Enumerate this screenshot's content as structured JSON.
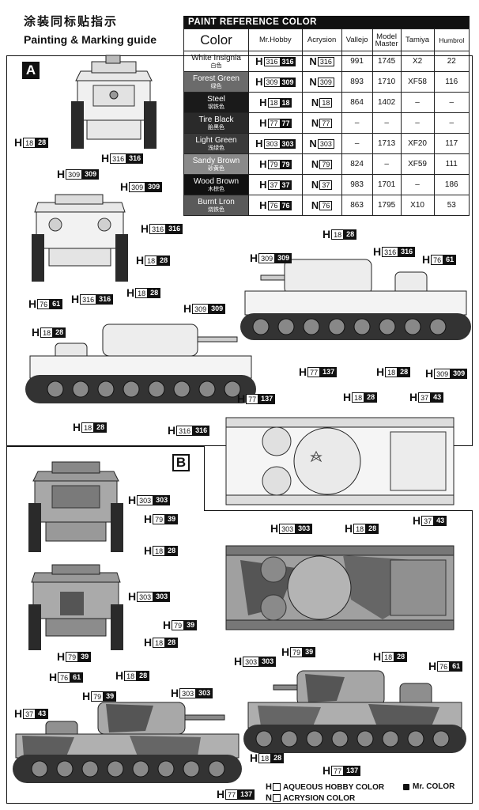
{
  "header": {
    "title_cn": "涂装同标贴指示",
    "title_en": "Painting & Marking guide"
  },
  "table": {
    "caption": "PAINT  REFERENCE COLOR",
    "headers": [
      "Color",
      "Mr.Hobby",
      "Acrysion",
      "Vallejo",
      "Model Master",
      "Tamiya",
      "Humbrol"
    ],
    "rows": [
      {
        "name": "White Insignia",
        "cn": "白色",
        "h": "316",
        "n": "316",
        "vallejo": "991",
        "mm": "1745",
        "tamiya": "X2",
        "humbrol": "22",
        "bg": "#ffffff",
        "fg": "#111111"
      },
      {
        "name": "Forest Green",
        "cn": "绿色",
        "h": "309",
        "n": "309",
        "vallejo": "893",
        "mm": "1710",
        "tamiya": "XF58",
        "humbrol": "116",
        "bg": "#6b6b6b",
        "fg": "#ffffff"
      },
      {
        "name": "Steel",
        "cn": "钢铁色",
        "h": "18",
        "n": "18",
        "vallejo": "864",
        "mm": "1402",
        "tamiya": "–",
        "humbrol": "–",
        "bg": "#1a1a1a",
        "fg": "#ffffff"
      },
      {
        "name": "Tire Black",
        "cn": "胎黑色",
        "h": "77",
        "n": "77",
        "vallejo": "–",
        "mm": "–",
        "tamiya": "–",
        "humbrol": "–",
        "bg": "#2a2a2a",
        "fg": "#ffffff"
      },
      {
        "name": "Light Green",
        "cn": "浅绿色",
        "h": "303",
        "n": "303",
        "vallejo": "–",
        "mm": "1713",
        "tamiya": "XF20",
        "humbrol": "117",
        "bg": "#3a3a3a",
        "fg": "#ffffff"
      },
      {
        "name": "Sandy Brown",
        "cn": "砂黄色",
        "h": "79",
        "n": "79",
        "vallejo": "824",
        "mm": "–",
        "tamiya": "XF59",
        "humbrol": "111",
        "bg": "#8a8a8a",
        "fg": "#ffffff"
      },
      {
        "name": "Wood Brown",
        "cn": "木棕色",
        "h": "37",
        "n": "37",
        "vallejo": "983",
        "mm": "1701",
        "tamiya": "–",
        "humbrol": "186",
        "bg": "#111111",
        "fg": "#ffffff"
      },
      {
        "name": "Burnt Lron",
        "cn": "烧铁色",
        "h": "76",
        "n": "76",
        "vallejo": "863",
        "mm": "1795",
        "tamiya": "X10",
        "humbrol": "53",
        "bg": "#5a5a5a",
        "fg": "#ffffff"
      }
    ]
  },
  "sections": {
    "a": "A",
    "b": "B"
  },
  "callouts_a": [
    {
      "n": "18",
      "m": "28"
    },
    {
      "n": "309",
      "m": "309"
    },
    {
      "n": "316",
      "m": "316"
    },
    {
      "n": "309",
      "m": "309"
    },
    {
      "n": "316",
      "m": "316"
    },
    {
      "n": "18",
      "m": "28"
    },
    {
      "n": "76",
      "m": "61"
    },
    {
      "n": "316",
      "m": "316"
    },
    {
      "n": "18",
      "m": "28"
    },
    {
      "n": "309",
      "m": "309"
    },
    {
      "n": "18",
      "m": "28"
    },
    {
      "n": "77",
      "m": "137"
    },
    {
      "n": "18",
      "m": "28"
    },
    {
      "n": "18",
      "m": "28"
    },
    {
      "n": "309",
      "m": "309"
    },
    {
      "n": "316",
      "m": "316"
    },
    {
      "n": "76",
      "m": "61"
    },
    {
      "n": "77",
      "m": "137"
    },
    {
      "n": "18",
      "m": "28"
    },
    {
      "n": "309",
      "m": "309"
    },
    {
      "n": "18",
      "m": "28"
    },
    {
      "n": "37",
      "m": "43"
    },
    {
      "n": "316",
      "m": "316"
    }
  ],
  "callouts_b": [
    {
      "n": "303",
      "m": "303"
    },
    {
      "n": "79",
      "m": "39"
    },
    {
      "n": "18",
      "m": "28"
    },
    {
      "n": "303",
      "m": "303"
    },
    {
      "n": "18",
      "m": "28"
    },
    {
      "n": "79",
      "m": "39"
    },
    {
      "n": "303",
      "m": "303"
    },
    {
      "n": "18",
      "m": "28"
    },
    {
      "n": "37",
      "m": "43"
    },
    {
      "n": "79",
      "m": "39"
    },
    {
      "n": "79",
      "m": "39"
    },
    {
      "n": "18",
      "m": "28"
    },
    {
      "n": "303",
      "m": "303"
    },
    {
      "n": "76",
      "m": "61"
    },
    {
      "n": "76",
      "m": "61"
    },
    {
      "n": "18",
      "m": "28"
    },
    {
      "n": "79",
      "m": "39"
    },
    {
      "n": "303",
      "m": "303"
    },
    {
      "n": "37",
      "m": "43"
    },
    {
      "n": "18",
      "m": "28"
    },
    {
      "n": "77",
      "m": "137"
    },
    {
      "n": "77",
      "m": "137"
    }
  ],
  "legend": {
    "h_letter": "H",
    "h_text": "AQUEOUS HOBBY COLOR",
    "n_letter": "N",
    "n_text": "ACRYSION COLOR",
    "mr_text": "Mr. COLOR"
  }
}
